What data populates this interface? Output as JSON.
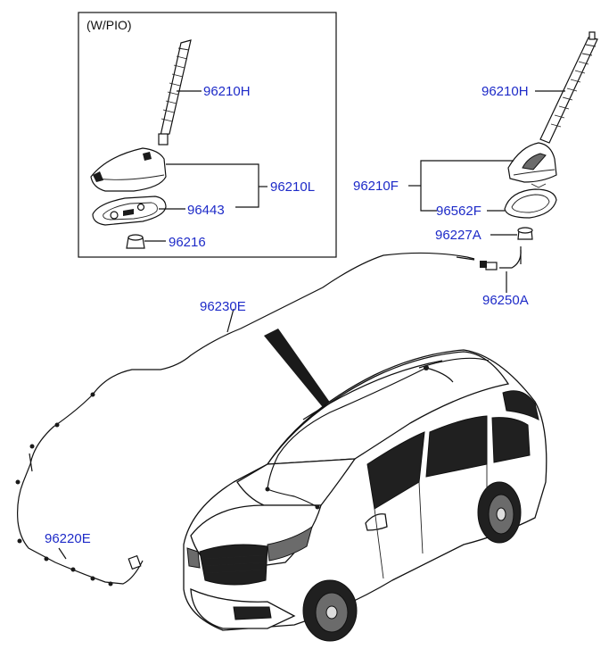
{
  "inset": {
    "title": "(W/PIO)"
  },
  "labels": {
    "p96210H_inset": "96210H",
    "p96210L": "96210L",
    "p96443": "96443",
    "p96216": "96216",
    "p96210H": "96210H",
    "p96210F": "96210F",
    "p96562F": "96562F",
    "p96227A": "96227A",
    "p96250A": "96250A",
    "p96230E": "96230E",
    "p96220E": "96220E"
  }
}
